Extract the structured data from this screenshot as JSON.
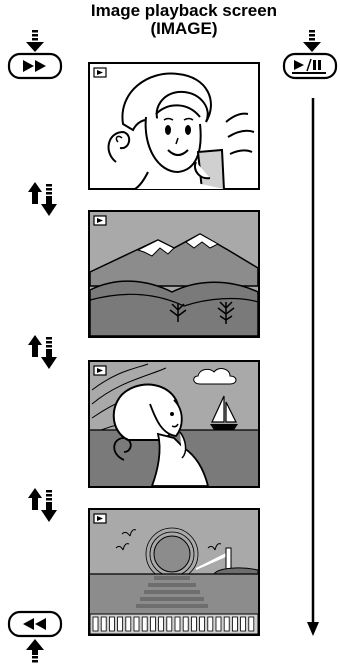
{
  "title": {
    "line1": "Image playback screen",
    "line2": "(IMAGE)"
  },
  "buttons": {
    "forward": {
      "icon": "fast-forward-icon",
      "glyph": "►►"
    },
    "play_pause": {
      "icon": "play-pause-icon",
      "glyph": "►/❚❚"
    },
    "rewind": {
      "icon": "rewind-icon",
      "glyph": "◄◄"
    }
  },
  "frames": [
    {
      "name": "frame-woman-portrait",
      "icon": "playback-icon"
    },
    {
      "name": "frame-mountain-landscape",
      "icon": "playback-icon"
    },
    {
      "name": "frame-woman-seaside",
      "icon": "playback-icon"
    },
    {
      "name": "frame-sunset-sea",
      "icon": "playback-icon"
    }
  ],
  "colors": {
    "frame_gray": "#a9a9a9",
    "dark_gray": "#6e6e6e",
    "light_gray": "#d0d0d0",
    "ink": "#000000"
  }
}
